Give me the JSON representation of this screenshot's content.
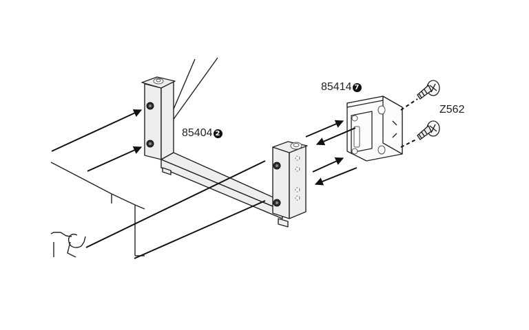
{
  "figure": {
    "labels": {
      "bracket_part": {
        "number": "85404",
        "badge": "2"
      },
      "clip_part": {
        "number": "85414",
        "badge": "7"
      },
      "screw_part": {
        "number": "Z562"
      }
    }
  },
  "colors": {
    "line": "#222222",
    "arrow": "#111111",
    "part_fill": "#eeeeee",
    "badge_bg": "#111111",
    "badge_text": "#ffffff"
  }
}
